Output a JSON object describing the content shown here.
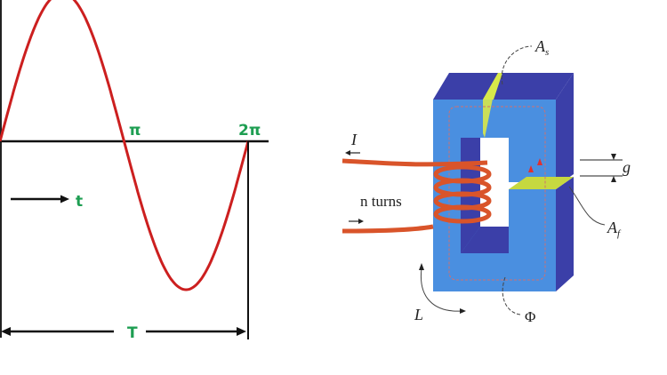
{
  "sine_diagram": {
    "label_pi": "π",
    "label_2pi": "2π",
    "label_t": "t",
    "label_T": "T",
    "wave_color": "#cc1f1f",
    "label_color": "#1e9e52"
  },
  "magnetic_core": {
    "label_current": "I",
    "label_turns": "n turns",
    "label_gap": "g",
    "label_area_core": "A",
    "label_area_core_sub": "s",
    "label_area_gap": "A",
    "label_area_gap_sub": "f",
    "label_length": "L",
    "label_flux": "Φ",
    "core_front_color": "#4a8fe0",
    "core_side_color": "#3b3fa8",
    "coil_color": "#d9542a",
    "area_color": "#d8e84a"
  }
}
